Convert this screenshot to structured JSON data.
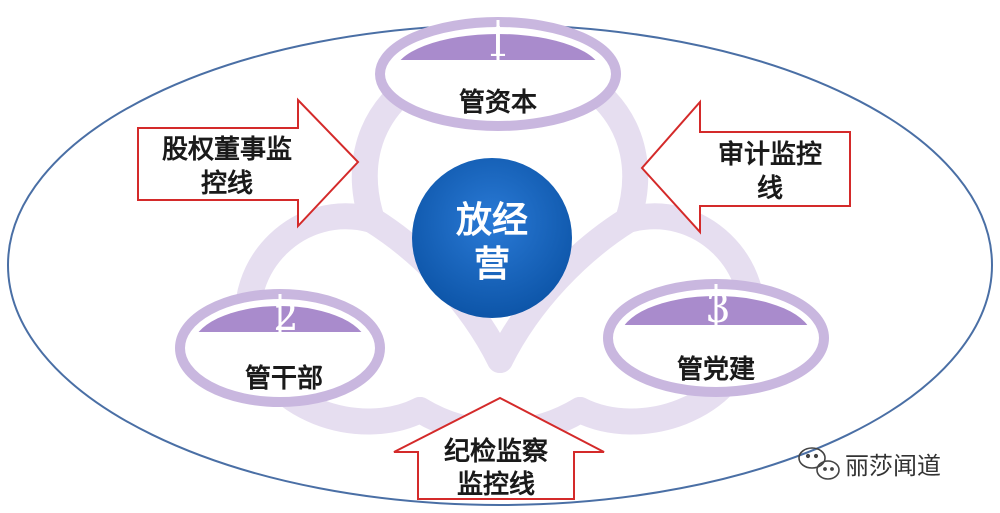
{
  "center": {
    "line1": "放经",
    "line2": "营"
  },
  "nodes": [
    {
      "number": "1",
      "label": "管资本"
    },
    {
      "number": "2",
      "label": "管干部"
    },
    {
      "number": "3",
      "label": "管党建"
    }
  ],
  "arrows": {
    "left": {
      "line1": "股权董事监",
      "line2": "控线"
    },
    "right": {
      "line1": "审计监控",
      "line2": "线"
    },
    "bottom": {
      "line1": "纪检监察",
      "line2": "监控线"
    }
  },
  "watermark": {
    "text": "丽莎闻道",
    "icon": "wechat-icon"
  },
  "colors": {
    "center_fill": "#1565c0",
    "ring_fill": "#e4dcef",
    "node_border": "#c9b7df",
    "node_top": "#a98bcc",
    "arrow_border": "#d42a2a",
    "outer_ellipse": "#4a6fa5"
  }
}
